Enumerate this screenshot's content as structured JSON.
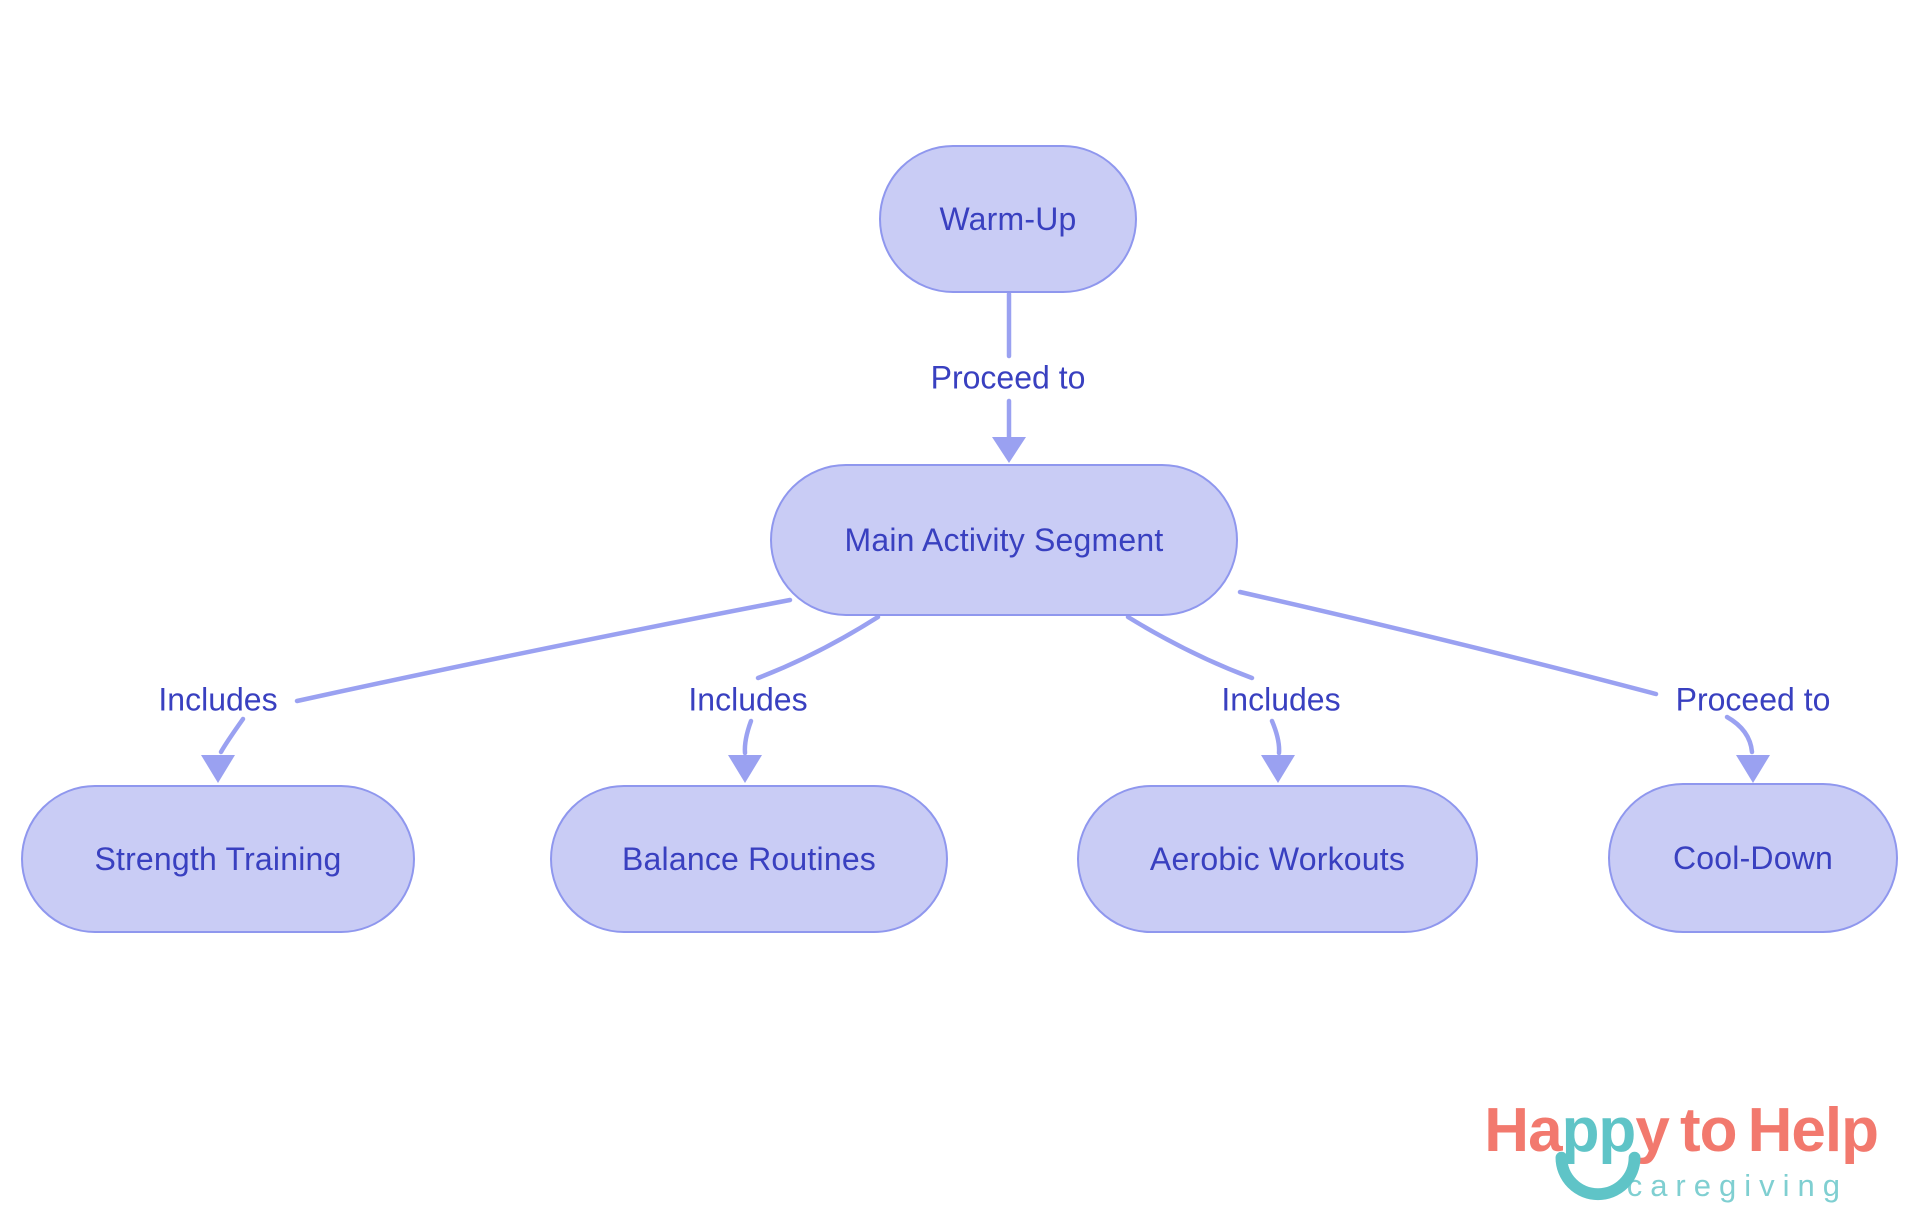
{
  "diagram": {
    "nodes": {
      "warm_up": {
        "label": "Warm-Up"
      },
      "main": {
        "label": "Main Activity Segment"
      },
      "strength": {
        "label": "Strength Training"
      },
      "balance": {
        "label": "Balance Routines"
      },
      "aerobic": {
        "label": "Aerobic Workouts"
      },
      "cool_down": {
        "label": "Cool-Down"
      }
    },
    "edges": [
      {
        "from": "Warm-Up",
        "to": "Main Activity Segment",
        "label": "Proceed to"
      },
      {
        "from": "Main Activity Segment",
        "to": "Strength Training",
        "label": "Includes"
      },
      {
        "from": "Main Activity Segment",
        "to": "Balance Routines",
        "label": "Includes"
      },
      {
        "from": "Main Activity Segment",
        "to": "Aerobic Workouts",
        "label": "Includes"
      },
      {
        "from": "Main Activity Segment",
        "to": "Cool-Down",
        "label": "Proceed to"
      }
    ],
    "colors": {
      "node_fill": "#c9ccf5",
      "node_border": "#8f97ee",
      "edge": "#9aa1f1",
      "text": "#3940c0"
    }
  },
  "logo": {
    "part_ha": "Ha",
    "part_pp": "pp",
    "part_y": "y",
    "part_to": "to",
    "part_help": "Help",
    "subtitle": "caregiving",
    "colors": {
      "coral": "#f2796e",
      "teal": "#5fc4c7",
      "subtitle_teal": "#7fcfd1"
    }
  }
}
